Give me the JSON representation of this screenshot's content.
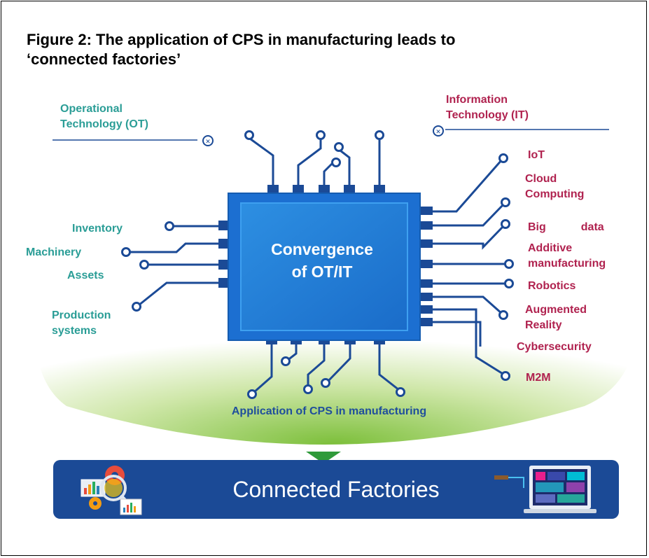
{
  "title_line1": "Figure 2: The application of CPS in manufacturing leads to",
  "title_line2": "‘connected factories’",
  "ot": {
    "heading_line1": "Operational",
    "heading_line2": "Technology (OT)",
    "items": [
      "Inventory",
      "Machinery",
      "Assets",
      "Production",
      "systems"
    ]
  },
  "it": {
    "heading_line1": "Information",
    "heading_line2": "Technology (IT)",
    "items": [
      "IoT",
      "Cloud",
      "Computing",
      "Big",
      "data",
      "Additive",
      "manufacturing",
      "Robotics",
      "Augmented",
      "Reality",
      "Cybersecurity",
      "M2M"
    ]
  },
  "chip": {
    "line1": "Convergence",
    "line2": "of OT/IT"
  },
  "application_label": "Application of CPS in manufacturing",
  "banner_title": "Connected Factories",
  "colors": {
    "ot": "#2a9d96",
    "it": "#b0224f",
    "navy": "#1b4a96",
    "chip_outer": "#1c6fd1",
    "chip_inner": "#2a8ee0",
    "green": "#8cc63f"
  }
}
